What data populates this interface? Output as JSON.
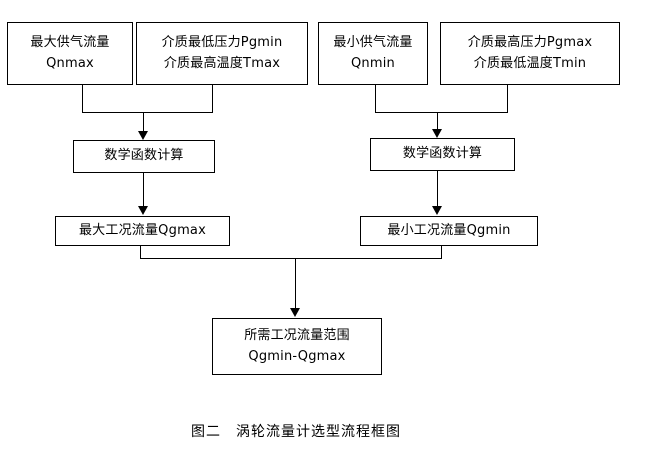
{
  "figure": {
    "caption": "图二　涡轮流量计选型流程框图",
    "caption_label": "图二",
    "caption_title": "涡轮流量计选型流程框图",
    "background_color": "#ffffff",
    "line_color": "#000000",
    "text_color": "#000000"
  },
  "nodes": {
    "max_supply_flow": {
      "line1": "最大供气流量",
      "line2": "Qnmax"
    },
    "medium_min_pressure_max_temp": {
      "line1": "介质最低压力Pgmin",
      "line2": "介质最高温度Tmax"
    },
    "min_supply_flow": {
      "line1": "最小供气流量",
      "line2": "Qnmin"
    },
    "medium_max_pressure_min_temp": {
      "line1": "介质最高压力Pgmax",
      "line2": "介质最低温度Tmin"
    },
    "math_calc_left": {
      "line1": "数学函数计算"
    },
    "math_calc_right": {
      "line1": "数学函数计算"
    },
    "max_working_flow": {
      "line1": "最大工况流量Qgmax"
    },
    "min_working_flow": {
      "line1": "最小工况流量Qgmin"
    },
    "required_flow_range": {
      "line1": "所需工况流量范围",
      "line2": "Qgmin-Qgmax"
    }
  },
  "chart_data": {
    "type": "diagram",
    "diagram_kind": "flowchart",
    "title": "图二　涡轮流量计选型流程框图",
    "boxes": [
      {
        "id": "max_supply_flow",
        "text": "最大供气流量 Qnmax",
        "row": 1,
        "column": 1
      },
      {
        "id": "medium_min_pressure_max_temp",
        "text": "介质最低压力Pgmin 介质最高温度Tmax",
        "row": 1,
        "column": 2
      },
      {
        "id": "min_supply_flow",
        "text": "最小供气流量 Qnmin",
        "row": 1,
        "column": 3
      },
      {
        "id": "medium_max_pressure_min_temp",
        "text": "介质最高压力Pgmax 介质最低温度Tmin",
        "row": 1,
        "column": 4
      },
      {
        "id": "math_calc_left",
        "text": "数学函数计算",
        "row": 2,
        "column": 1
      },
      {
        "id": "math_calc_right",
        "text": "数学函数计算",
        "row": 2,
        "column": 3
      },
      {
        "id": "max_working_flow",
        "text": "最大工况流量Qgmax",
        "row": 3,
        "column": 1
      },
      {
        "id": "min_working_flow",
        "text": "最小工况流量Qgmin",
        "row": 3,
        "column": 3
      },
      {
        "id": "required_flow_range",
        "text": "所需工况流量范围 Qgmin-Qgmax",
        "row": 4,
        "column": 2
      }
    ],
    "edges": [
      {
        "from": "max_supply_flow",
        "to": "math_calc_left",
        "style": "merge"
      },
      {
        "from": "medium_min_pressure_max_temp",
        "to": "math_calc_left",
        "style": "merge"
      },
      {
        "from": "min_supply_flow",
        "to": "math_calc_right",
        "style": "merge"
      },
      {
        "from": "medium_max_pressure_min_temp",
        "to": "math_calc_right",
        "style": "merge"
      },
      {
        "from": "math_calc_left",
        "to": "max_working_flow",
        "style": "direct"
      },
      {
        "from": "math_calc_right",
        "to": "min_working_flow",
        "style": "direct"
      },
      {
        "from": "max_working_flow",
        "to": "required_flow_range",
        "style": "merge"
      },
      {
        "from": "min_working_flow",
        "to": "required_flow_range",
        "style": "merge"
      }
    ]
  }
}
